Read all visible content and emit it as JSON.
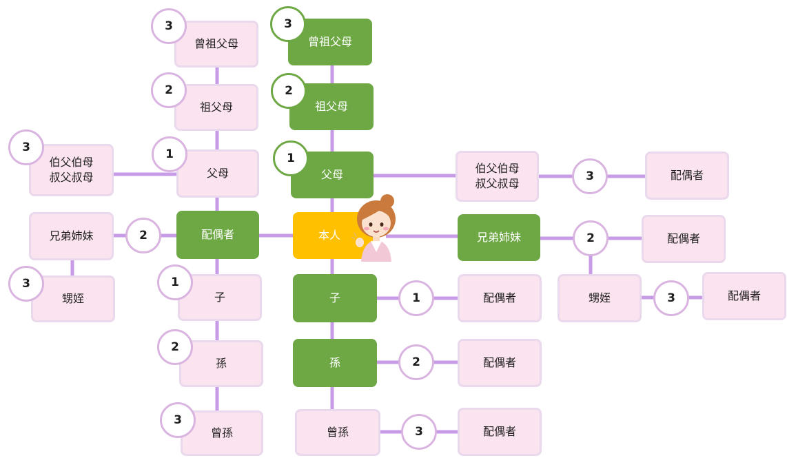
{
  "nodes": {
    "self": "本人",
    "maternal_side_label": "",
    "m_great_grandparents": "曾祖父母",
    "m_grandparents": "祖父母",
    "m_parents": "父母",
    "m_aunts_uncles": "伯父伯母\n叔父叔母",
    "m_spouse": "配偶者",
    "m_siblings": "兄弟姉妹",
    "m_nieces": "甥姪",
    "m_children": "子",
    "m_grandchildren": "孫",
    "m_great_grandchildren": "曾孫",
    "r_great_grandparents": "曾祖父母",
    "r_grandparents": "祖父母",
    "r_parents": "父母",
    "r_aunts_uncles": "伯父伯母\n叔父叔母",
    "r_aunts_spouse": "配偶者",
    "r_siblings": "兄弟姉妹",
    "r_siblings_spouse": "配偶者",
    "r_nieces": "甥姪",
    "r_nieces_spouse": "配偶者",
    "r_children": "子",
    "r_children_spouse": "配偶者",
    "r_grandchildren": "孫",
    "r_grandchildren_spouse": "配偶者",
    "r_great_grandchildren": "曾孫",
    "r_great_grandchildren_spouse": "配偶者"
  },
  "degrees": {
    "l_great_grandparents": "3",
    "l_grandparents": "2",
    "l_parents": "1",
    "l_aunts": "3",
    "l_siblings": "2",
    "l_nieces": "3",
    "l_children": "1",
    "l_grandchildren": "2",
    "l_great_grandchildren": "3",
    "c_great_grandparents": "3",
    "c_grandparents": "2",
    "c_parents": "1",
    "r_aunts_spouse": "3",
    "r_siblings_spouse": "2",
    "r_nieces_spouse": "3",
    "r_children_spouse": "1",
    "r_grandchildren_spouse": "2",
    "r_great_grandchildren_spouse": "3"
  },
  "colors": {
    "blood_relative": "#6ea845",
    "in_law": "#fbe3ef",
    "self": "#ffc000",
    "connector": "#c79be6"
  }
}
